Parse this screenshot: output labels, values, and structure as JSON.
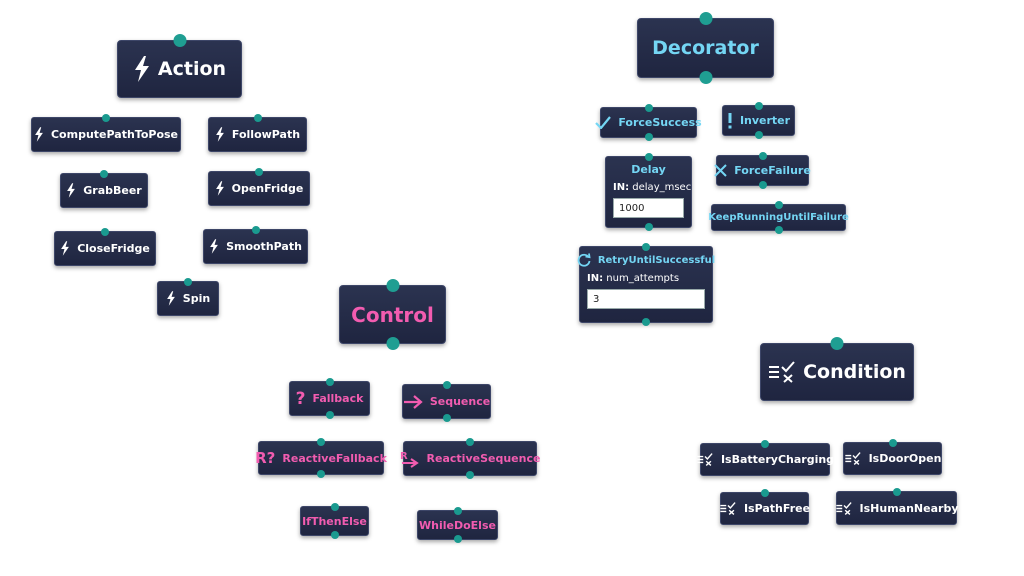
{
  "colors": {
    "node_bg": "#232a45",
    "port": "#1a9a8f",
    "action": "#ffffff",
    "decorator": "#74d6f4",
    "control": "#f25cb0",
    "condition": "#ffffff"
  },
  "categories": {
    "action": {
      "label": "Action",
      "icon": "bolt-icon"
    },
    "decorator": {
      "label": "Decorator"
    },
    "control": {
      "label": "Control"
    },
    "condition": {
      "label": "Condition",
      "icon": "condition-icon"
    }
  },
  "actions": [
    "ComputePathToPose",
    "FollowPath",
    "GrabBeer",
    "OpenFridge",
    "CloseFridge",
    "SmoothPath",
    "Spin"
  ],
  "decorators": {
    "force_success": "ForceSuccess",
    "inverter": "Inverter",
    "delay": {
      "title": "Delay",
      "param_prefix": "IN:",
      "param_name": "delay_msec",
      "value": "1000"
    },
    "force_failure": "ForceFailure",
    "keep_running": "KeepRunningUntilFailure",
    "retry": {
      "title": "RetryUntilSuccessful",
      "param_prefix": "IN:",
      "param_name": "num_attempts",
      "value": "3"
    }
  },
  "controls": [
    "Fallback",
    "Sequence",
    "ReactiveFallback",
    "ReactiveSequence",
    "IfThenElse",
    "WhileDoElse"
  ],
  "conditions": [
    "IsBatteryCharging",
    "IsDoorOpen",
    "IsPathFree",
    "IsHumanNearby"
  ]
}
